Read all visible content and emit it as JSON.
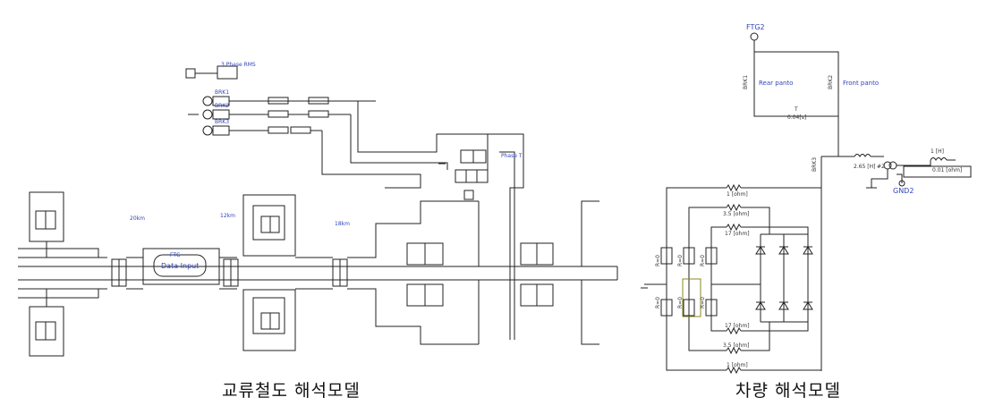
{
  "captions": {
    "left": "교류철도 해석모델",
    "right": "차량 해석모델"
  },
  "left_model": {
    "top_labels": [
      "3 Phase RMS",
      "BRK1",
      "BRK2",
      "BRK3"
    ],
    "section_labels": [
      "20km",
      "12km",
      "18km"
    ],
    "block_labels": [
      "FTG",
      "Data Input",
      "Phase T"
    ]
  },
  "right_model": {
    "ftg_label": "FTG2",
    "gnd_label": "GND2",
    "brk_labels": [
      "BRK1",
      "BRK2",
      "BRK3"
    ],
    "pantograph_labels": [
      "Rear panto",
      "Front panto"
    ],
    "timer_label": "T",
    "timer_value": "0.04[s]",
    "inductor1": "1 [H]",
    "inductor2": "2.65 [H]",
    "transformer_tag": "#2",
    "resistor_right": "0.01 [ohm]",
    "resistors_top": [
      "1 [ohm]",
      "3.5 [ohm]",
      "17 [ohm]"
    ],
    "resistors_bottom": [
      "17 [ohm]",
      "3.5 [ohm]",
      "1 [ohm]"
    ],
    "switch_labels": [
      "R=0",
      "R=0",
      "R=0",
      "R=0",
      "R=0",
      "R=0"
    ]
  }
}
